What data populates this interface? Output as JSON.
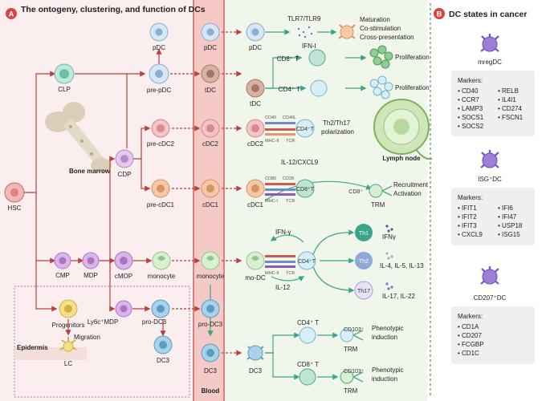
{
  "panel_a": {
    "badge": "A",
    "title": "The ontogeny, clustering, and function of DCs",
    "bone_marrow": "Bone marrow",
    "blood": "Blood",
    "epidermis": "Epidermis",
    "lymph_node": "Lymph node",
    "migration": "Migration",
    "cells": {
      "hsc": "HSC",
      "clp": "CLP",
      "cdp": "CDP",
      "cmp": "CMP",
      "mdp": "MDP",
      "cmop": "cMOP",
      "monocyte": "monocyte",
      "ly6c_mdp": "Ly6c⁺MDP",
      "progenitors": "Progenitors",
      "lc": "LC",
      "pdc": "pDC",
      "pre_pdc": "pre-pDC",
      "pre_cdc2": "pre-cDC2",
      "pre_cdc1": "pre-cDC1",
      "pro_dc3": "pro-DC3",
      "dc3": "DC3",
      "tdc": "tDC",
      "cdc2": "cDC2",
      "cdc1": "cDC1",
      "mo_dc": "mo-DC",
      "cd8t": "CD8⁺ T",
      "cd4t": "CD4⁺ T",
      "cd8t_short": "CD8⁺T",
      "cd4t_short": "CD4⁺T",
      "cd8_plain": "CD8⁺",
      "trm": "TRM",
      "cd103": "CD103⁺",
      "th1": "Th1",
      "th2": "Th2",
      "th17": "Th17"
    },
    "texts": {
      "tlr": "TLR7/TLR9",
      "ifn1": "IFN-I",
      "maturation": "Maturation",
      "costim": "Co-stimulation",
      "crosspres": "Cross-presentation",
      "proliferation": "Proliferation",
      "th2th17": "Th2/Th17",
      "polarization": "polarization",
      "il12cxcl9": "IL-12/CXCL9",
      "recruitment": "Recruitment",
      "activation": "Activation",
      "ifng_arrow": "IFN-γ",
      "il12": "IL-12",
      "ifng": "IFNγ",
      "il4": "IL-4, IL-5, IL-13",
      "il17": "IL-17, IL-22",
      "phenotypic": "Phenotypic",
      "induction": "induction",
      "cd40": "CD40",
      "cd40l": "CD40L",
      "cd80": "CD80",
      "cd28": "CD28",
      "mhc2": "MHC-II",
      "mhc1": "MHC-I",
      "tcr": "TCR"
    }
  },
  "panel_b": {
    "badge": "B",
    "title": "DC states in cancer",
    "markers_label": "Markers:",
    "states": [
      {
        "name": "mregDC",
        "col1": [
          "• CD40",
          "• CCR7",
          "• LAMP3",
          "• SOCS1",
          "• SOCS2"
        ],
        "col2": [
          "• RELB",
          "• IL4I1",
          "• CD274",
          "• FSCN1"
        ]
      },
      {
        "name": "ISG⁺DC",
        "col1": [
          "• IFIT1",
          "• IFIT2",
          "• IFIT3",
          "• CXCL9"
        ],
        "col2": [
          "• IFI6",
          "• IFI47",
          "• USP18",
          "• ISG15"
        ]
      },
      {
        "name": "CD207⁺DC",
        "col1": [
          "• CD1A",
          "• CD207",
          "• FCGBP",
          "• CD1C"
        ],
        "col2": []
      }
    ]
  },
  "colors": {
    "arrow_red": "#b8423f",
    "arrow_teal": "#3aa58c",
    "blood_bg": "#f4c9c6",
    "panel_a_bg": "#fbeeee",
    "right_bg": "#f1f6ea",
    "badge_red": "#d8453f",
    "panel_b_border": "#2c7a3a",
    "pdc": "#c7dcef",
    "pre_cdc2": "#f2b6b6",
    "pre_cdc1": "#f0b489",
    "tdc": "#c9a392",
    "dc3": "#8fc3e0",
    "monocyte": "#cfe9c9",
    "cmop": "#d9a7e8",
    "clp": "#9fd8c6",
    "lc": "#f4d15c",
    "dc_state": "#9b7fd8"
  }
}
